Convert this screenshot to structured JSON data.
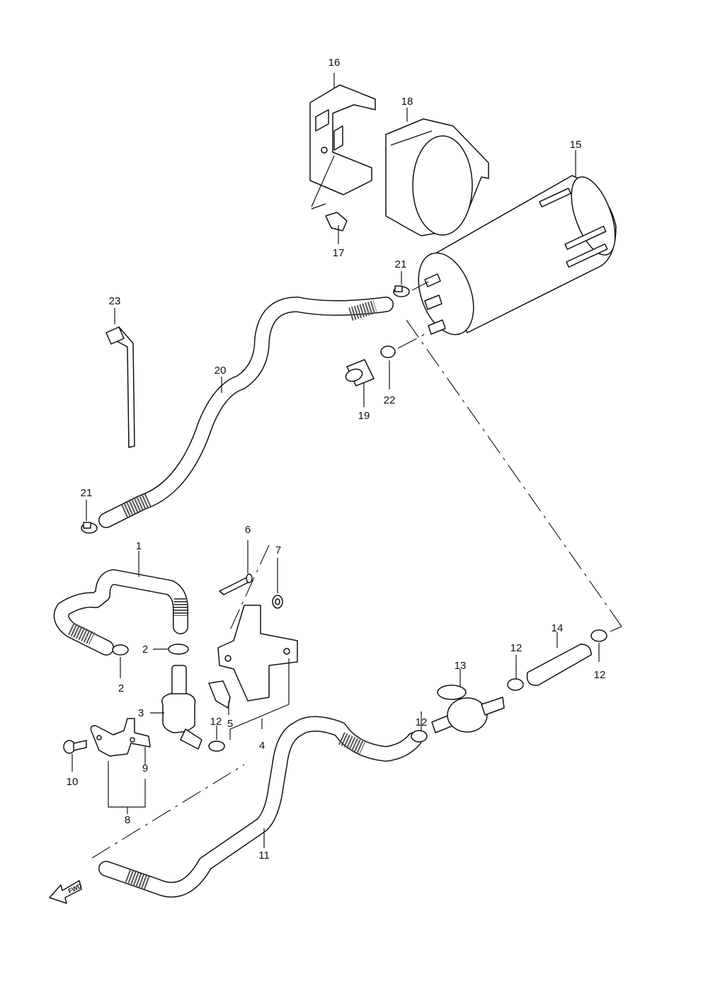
{
  "labels": {
    "p1": "1",
    "p2a": "2",
    "p2b": "2",
    "p3": "3",
    "p4": "4",
    "p5": "5",
    "p6": "6",
    "p7": "7",
    "p8": "8",
    "p9": "9",
    "p10": "10",
    "p11": "11",
    "p12a": "12",
    "p12b": "12",
    "p12c": "12",
    "p12d": "12",
    "p13": "13",
    "p14": "14",
    "p15": "15",
    "p16": "16",
    "p17": "17",
    "p18": "18",
    "p19": "19",
    "p20": "20",
    "p21a": "21",
    "p21b": "21",
    "p22": "22",
    "p23": "23"
  },
  "fwd_arrow": "FWD"
}
